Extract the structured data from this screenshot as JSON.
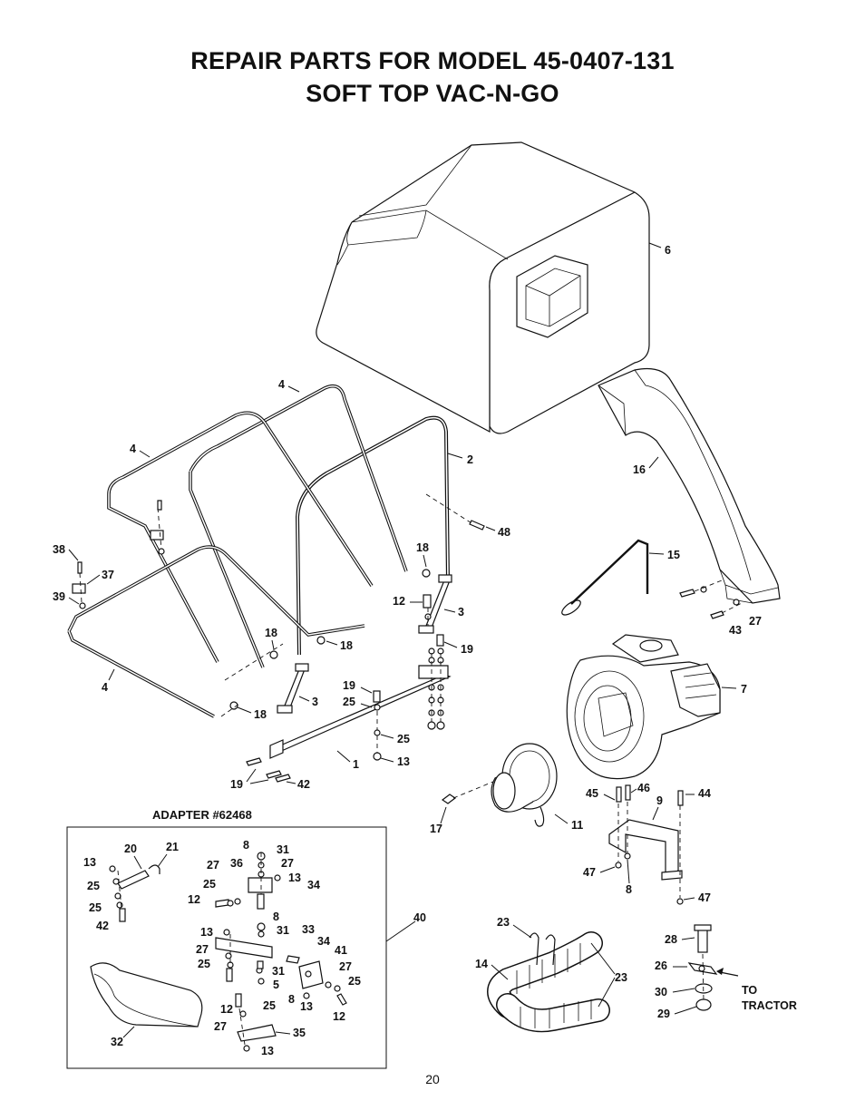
{
  "header": {
    "title_line1": "REPAIR PARTS FOR MODEL 45-0407-131",
    "title_line2": "SOFT TOP VAC-N-GO"
  },
  "adapter_label": "ADAPTER  #62468",
  "to_tractor": [
    "TO",
    "TRACTOR"
  ],
  "page_number": "20",
  "callouts": {
    "c6": "6",
    "c2": "2",
    "c4a": "4",
    "c4b": "4",
    "c4c": "4",
    "c16": "16",
    "c48": "48",
    "c18a": "18",
    "c15": "15",
    "c38": "38",
    "c37": "37",
    "c39": "39",
    "c12a": "12",
    "c3a": "3",
    "c27a": "27",
    "c43": "43",
    "c18b": "18",
    "c18c": "18",
    "c19a": "19",
    "c7": "7",
    "c19b": "19",
    "c25a": "25",
    "c3b": "3",
    "c18d": "18",
    "c25b": "25",
    "c1": "1",
    "c13a": "13",
    "c19c": "19",
    "c42a": "42",
    "c45": "45",
    "c46": "46",
    "c9": "9",
    "c44": "44",
    "c17": "17",
    "c11": "11",
    "c47a": "47",
    "c8a": "8",
    "c47b": "47",
    "a13a": "13",
    "a20": "20",
    "a21": "21",
    "a8a": "8",
    "a31a": "31",
    "a27a": "27",
    "a36": "36",
    "a27b": "27",
    "a13b": "13",
    "a25a": "25",
    "a25b": "25",
    "a34a": "34",
    "a12a": "12",
    "a25c": "25",
    "a42": "42",
    "a8b": "8",
    "a13c": "13",
    "a31b": "31",
    "a33": "33",
    "a34b": "34",
    "a27c": "27",
    "a41": "41",
    "a25d": "25",
    "a27d": "27",
    "a31c": "31",
    "a5": "5",
    "a25e": "25",
    "a8c": "8",
    "a13d": "13",
    "a12b": "12",
    "a25f": "25",
    "a12c": "12",
    "a27e": "27",
    "a35": "35",
    "a32": "32",
    "a13e": "13",
    "c40": "40",
    "c23a": "23",
    "c14": "14",
    "c23b": "23",
    "c28": "28",
    "c26": "26",
    "c30": "30",
    "c29": "29"
  }
}
